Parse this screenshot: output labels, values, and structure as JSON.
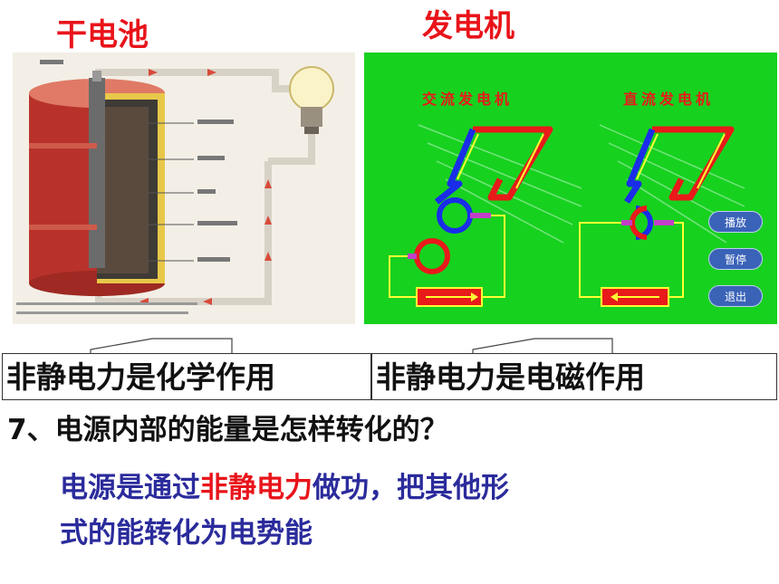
{
  "titles": {
    "dry_cell": "干电池",
    "generator": "发电机"
  },
  "generator_panel": {
    "label_ac": "交流发电机",
    "label_dc": "直流发电机",
    "buttons": [
      "播放",
      "暂停",
      "退出"
    ],
    "colors": {
      "background": "#17d11f",
      "wire_red": "#e81a1a",
      "wire_blue": "#1a2de8",
      "coil_yellow": "#ffff33"
    }
  },
  "callouts": {
    "left": "非静电力是化学作用",
    "right": "非静电力是电磁作用"
  },
  "question": "7、电源内部的能量是怎样转化的？",
  "answer": {
    "part1": "电源是通过",
    "highlight": "非静电力",
    "part2": "做功，把其他形",
    "line2": "式的能转化为电势能"
  }
}
